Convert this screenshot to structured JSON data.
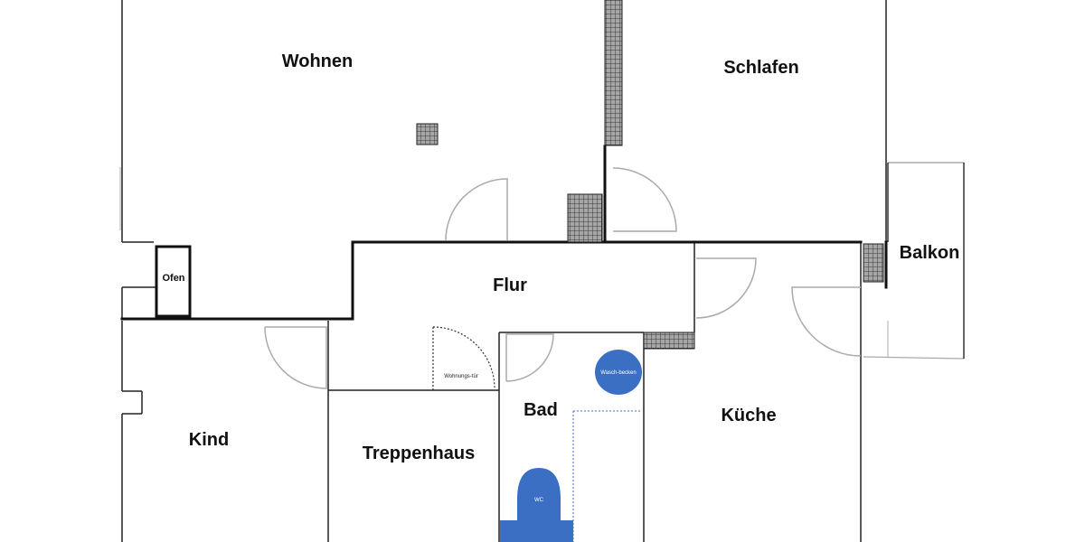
{
  "rooms": {
    "wohnen": "Wohnen",
    "schlafen": "Schlafen",
    "balkon": "Balkon",
    "flur": "Flur",
    "kind": "Kind",
    "treppenhaus": "Treppenhaus",
    "bad": "Bad",
    "kueche": "Küche"
  },
  "fixtures": {
    "ofen": "Ofen",
    "wohnungstuer": "Wohnungs-tür",
    "waschbecken": "Wasch-becken",
    "wc": "WC"
  },
  "colors": {
    "wall": "#111111",
    "thin_line": "#999999",
    "fixture_blue": "#3b6fc4",
    "chimney_fill": "#9a9a9a",
    "chimney_grid": "#444444",
    "door_arc": "#aaaaaa"
  }
}
